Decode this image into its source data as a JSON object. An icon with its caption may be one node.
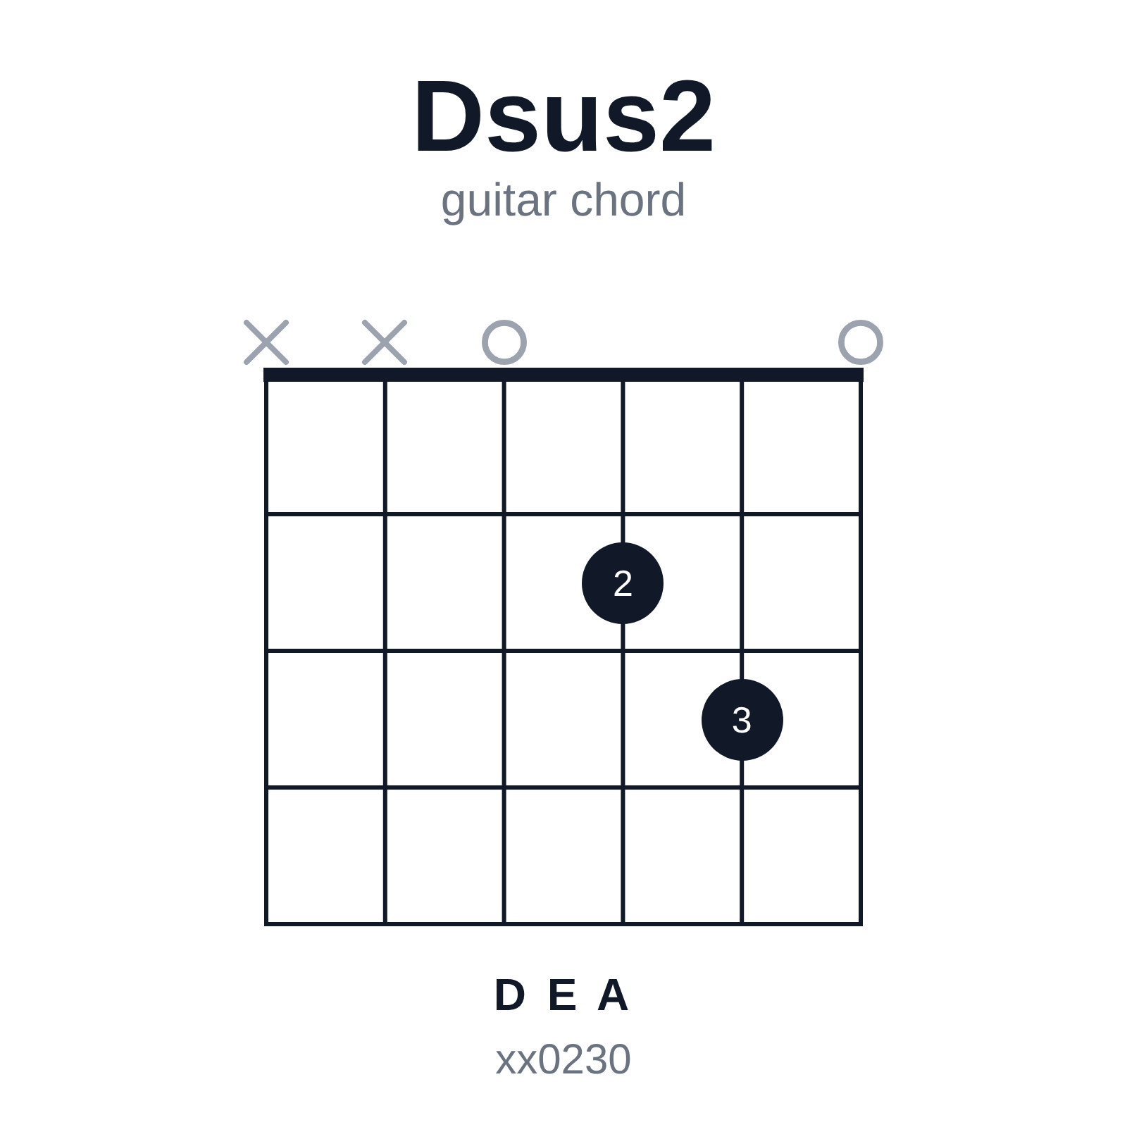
{
  "diagram": {
    "title": "Dsus2",
    "nodes": [
      {
        "text": [],
        "shape": "cross"
      },
      {
        "text": [],
        "shape": "cross"
      },
      {
        "text": [],
        "shape": "circle"
      },
      {
        "text": [],
        "shape": "circle"
      },
      {
        "text": [
          "2"
        ]
      },
      {
        "text": [
          "3"
        ]
      }
    ],
    "labels": [
      "guitar chord",
      "D E A",
      "xx0230"
    ]
  }
}
